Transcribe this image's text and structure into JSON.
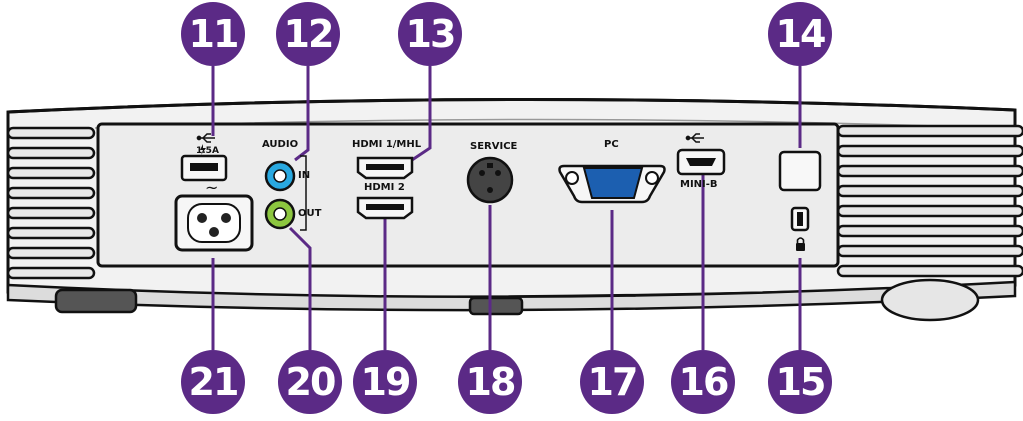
{
  "colors": {
    "callout": "#5b2a86",
    "audio_in": "#29a9e1",
    "audio_out": "#8cc63f"
  },
  "callouts_top": [
    "11",
    "12",
    "13",
    "14"
  ],
  "callouts_bottom": [
    "21",
    "20",
    "19",
    "18",
    "17",
    "16",
    "15"
  ],
  "labels": {
    "usb_rating": "1.5A",
    "ac_symbol": "~",
    "audio": "AUDIO",
    "audio_in": "IN",
    "audio_out": "OUT",
    "hdmi1": "HDMI 1/MHL",
    "hdmi2": "HDMI 2",
    "service": "SERVICE",
    "pc": "PC",
    "mini_b": "MINI-B"
  },
  "icons": [
    "usb-icon",
    "lightning-icon",
    "lock-icon"
  ]
}
